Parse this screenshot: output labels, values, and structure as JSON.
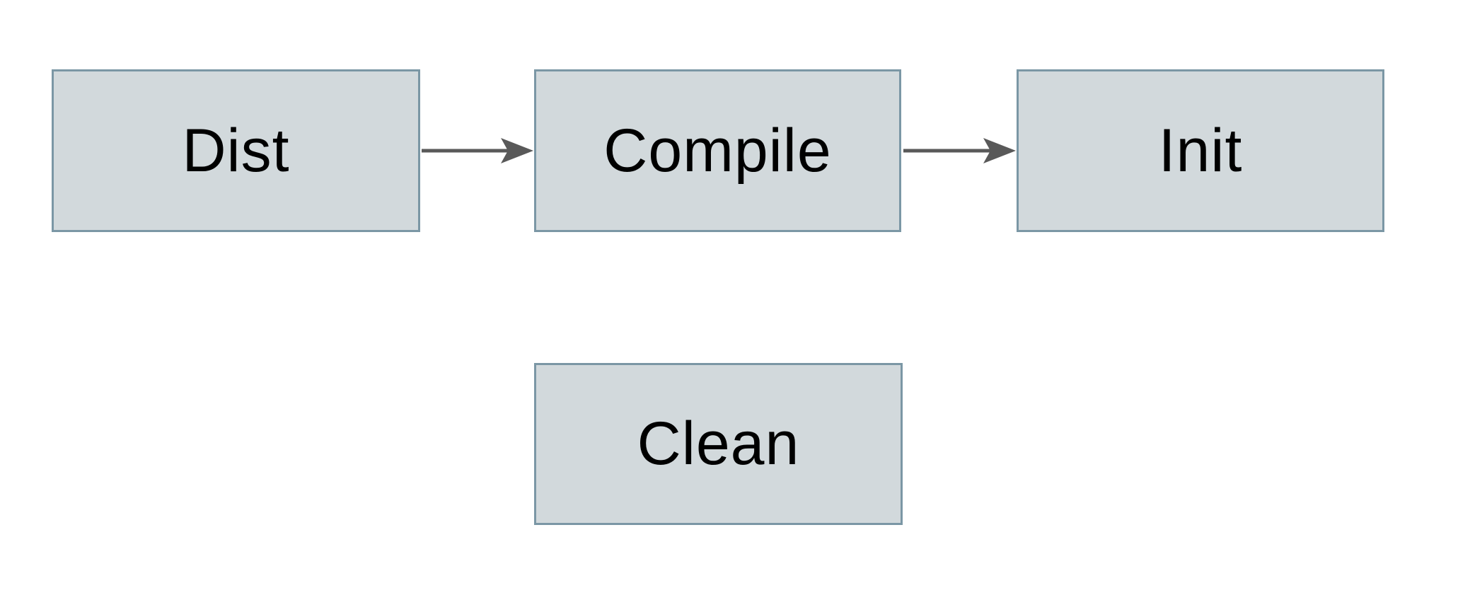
{
  "diagram": {
    "nodes": [
      {
        "id": "dist",
        "label": "Dist"
      },
      {
        "id": "compile",
        "label": "Compile"
      },
      {
        "id": "init",
        "label": "Init"
      },
      {
        "id": "clean",
        "label": "Clean"
      }
    ],
    "edges": [
      {
        "from": "dist",
        "to": "compile",
        "style": "arrow"
      },
      {
        "from": "compile",
        "to": "init",
        "style": "arrow"
      }
    ],
    "colors": {
      "background": "#ffffff",
      "node_fill": "#d2d9dc",
      "node_border": "#7b97a5",
      "label_text": "#000000",
      "arrow": "#595959"
    }
  }
}
